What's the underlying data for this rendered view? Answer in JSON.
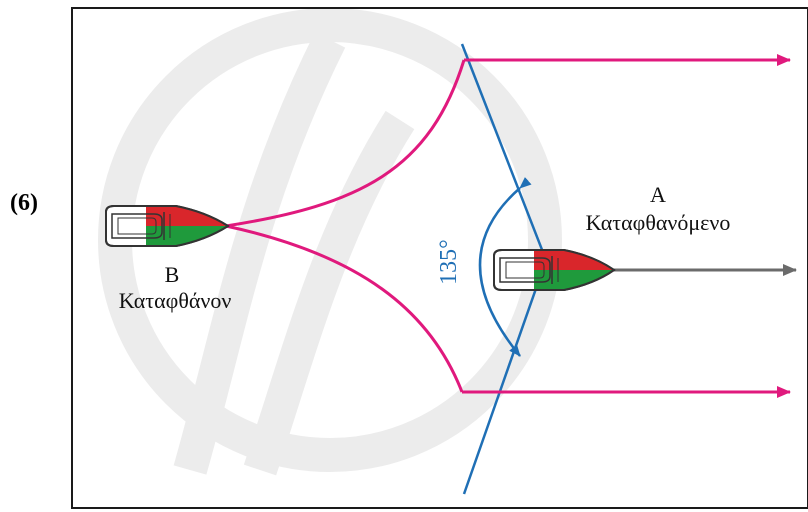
{
  "figure_number": "(6)",
  "vessel_b": {
    "letter": "B",
    "label": "Καταφθάνον"
  },
  "vessel_a": {
    "letter": "A",
    "label": "Καταφθανόμενο"
  },
  "angle_label": "135°",
  "colors": {
    "frame": "#1a1a1a",
    "course_lines": "#e0197d",
    "sector_line": "#1f6fb5",
    "heading_arrow": "#6b6b6b",
    "port_side": "#d9262b",
    "starboard_side": "#1f9a3c",
    "watermark": "#e9e9e9"
  },
  "icons": [
    "boat-icon",
    "arrow-right-icon",
    "angle-arc-icon"
  ]
}
